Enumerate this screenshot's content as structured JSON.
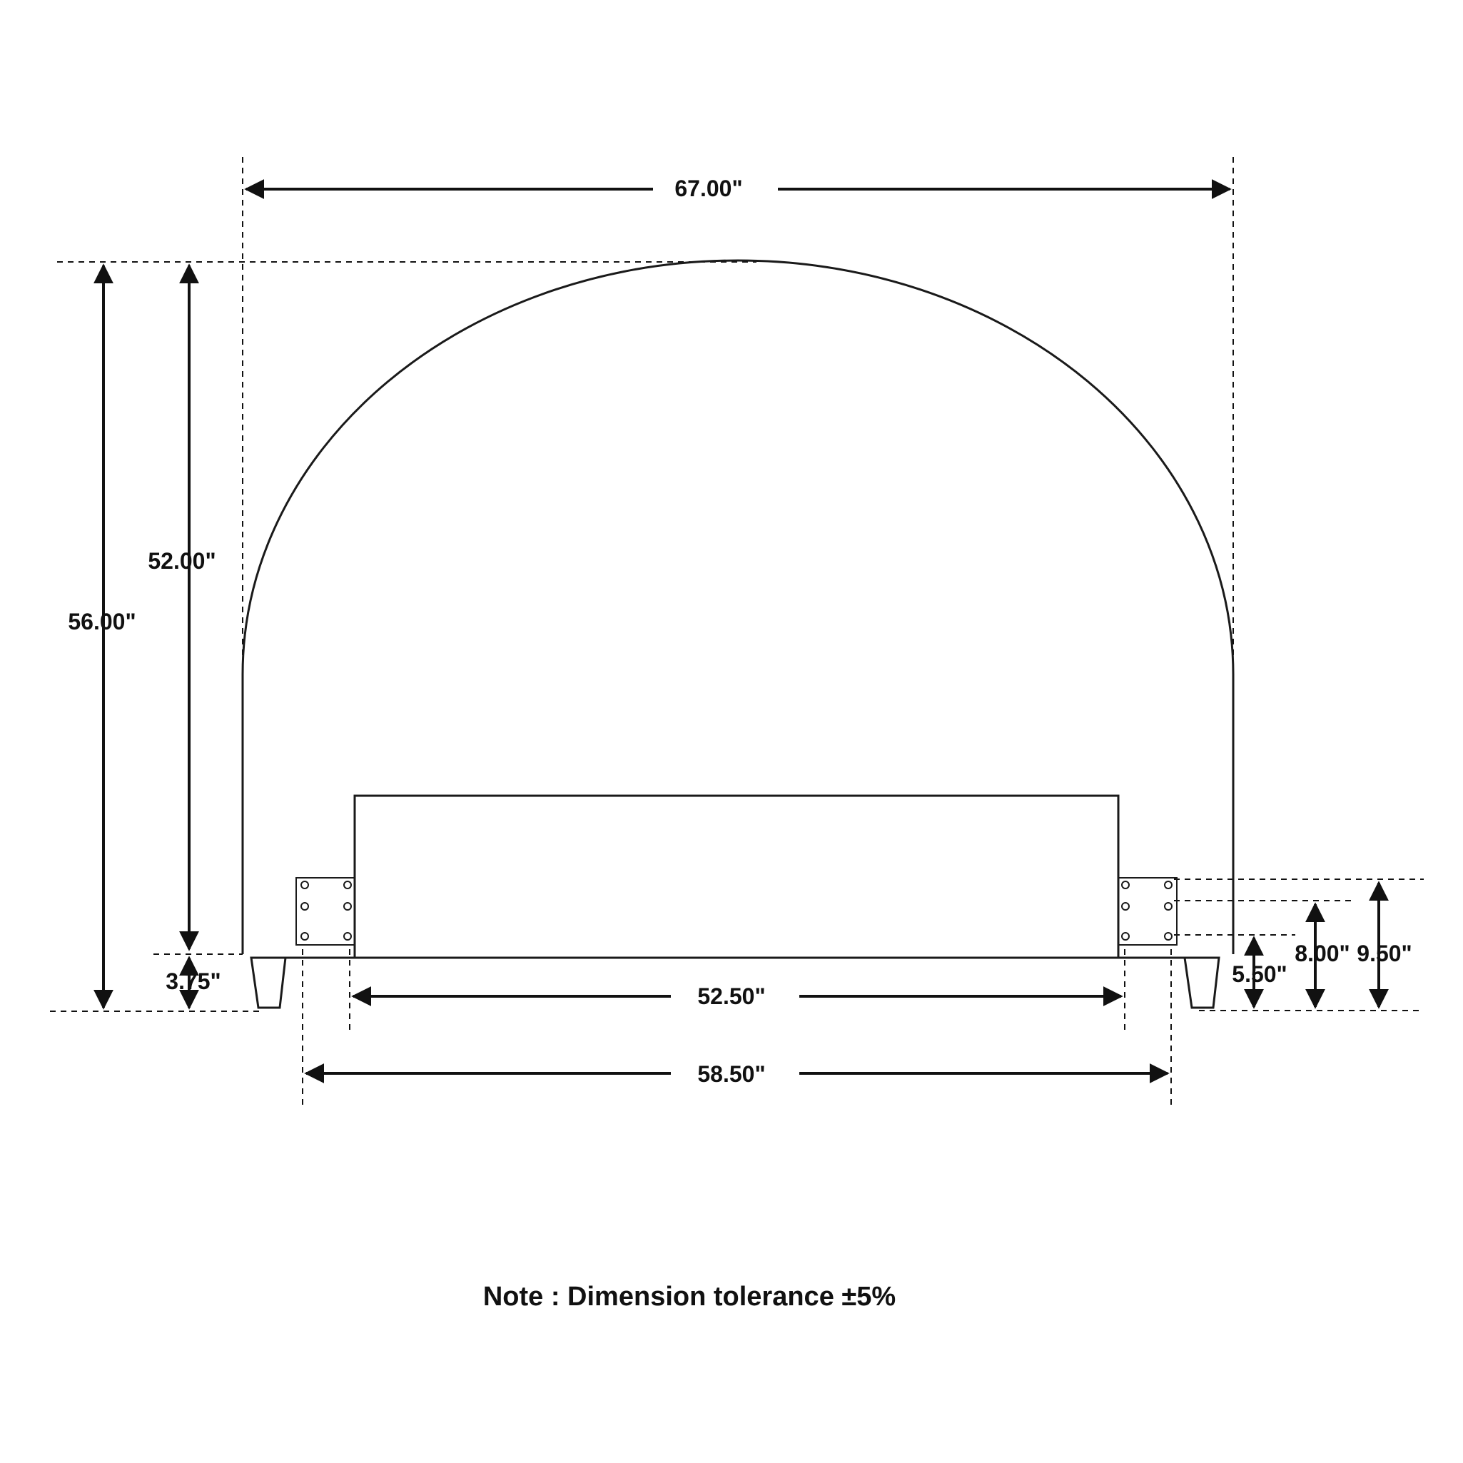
{
  "dimensions": {
    "overall_width": "67.00\"",
    "headboard_height": "52.00\"",
    "overall_height": "56.00\"",
    "leg_height": "3.75\"",
    "inner_width": "52.50\"",
    "rail_width": "58.50\"",
    "rail_low": "5.50\"",
    "rail_mid": "8.00\"",
    "rail_high": "9.50\""
  },
  "note": "Note : Dimension tolerance ±5%",
  "colors": {
    "line": "#1a1a1a",
    "background": "#ffffff"
  }
}
